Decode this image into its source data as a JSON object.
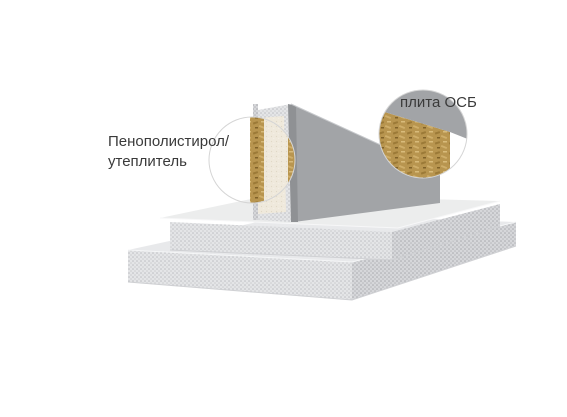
{
  "labels": {
    "insulation_line1": "Пенополистирол/",
    "insulation_line2": "утеплитель",
    "osb": "плита ОСБ"
  },
  "colors": {
    "panel_gray": "#9a9c9f",
    "panel_gray_dark": "#86888b",
    "panel_edge_light": "#c9cbce",
    "slab_top": "#e9eaec",
    "slab_side": "#d9dadd",
    "slab_shadow": "#c2c4c7",
    "foam": "#f1ece0",
    "osb": "#b8954f",
    "osb_dark": "#8a6a2c",
    "callout_circle": "#d5d5d5",
    "label_text": "#3a3a3a"
  }
}
